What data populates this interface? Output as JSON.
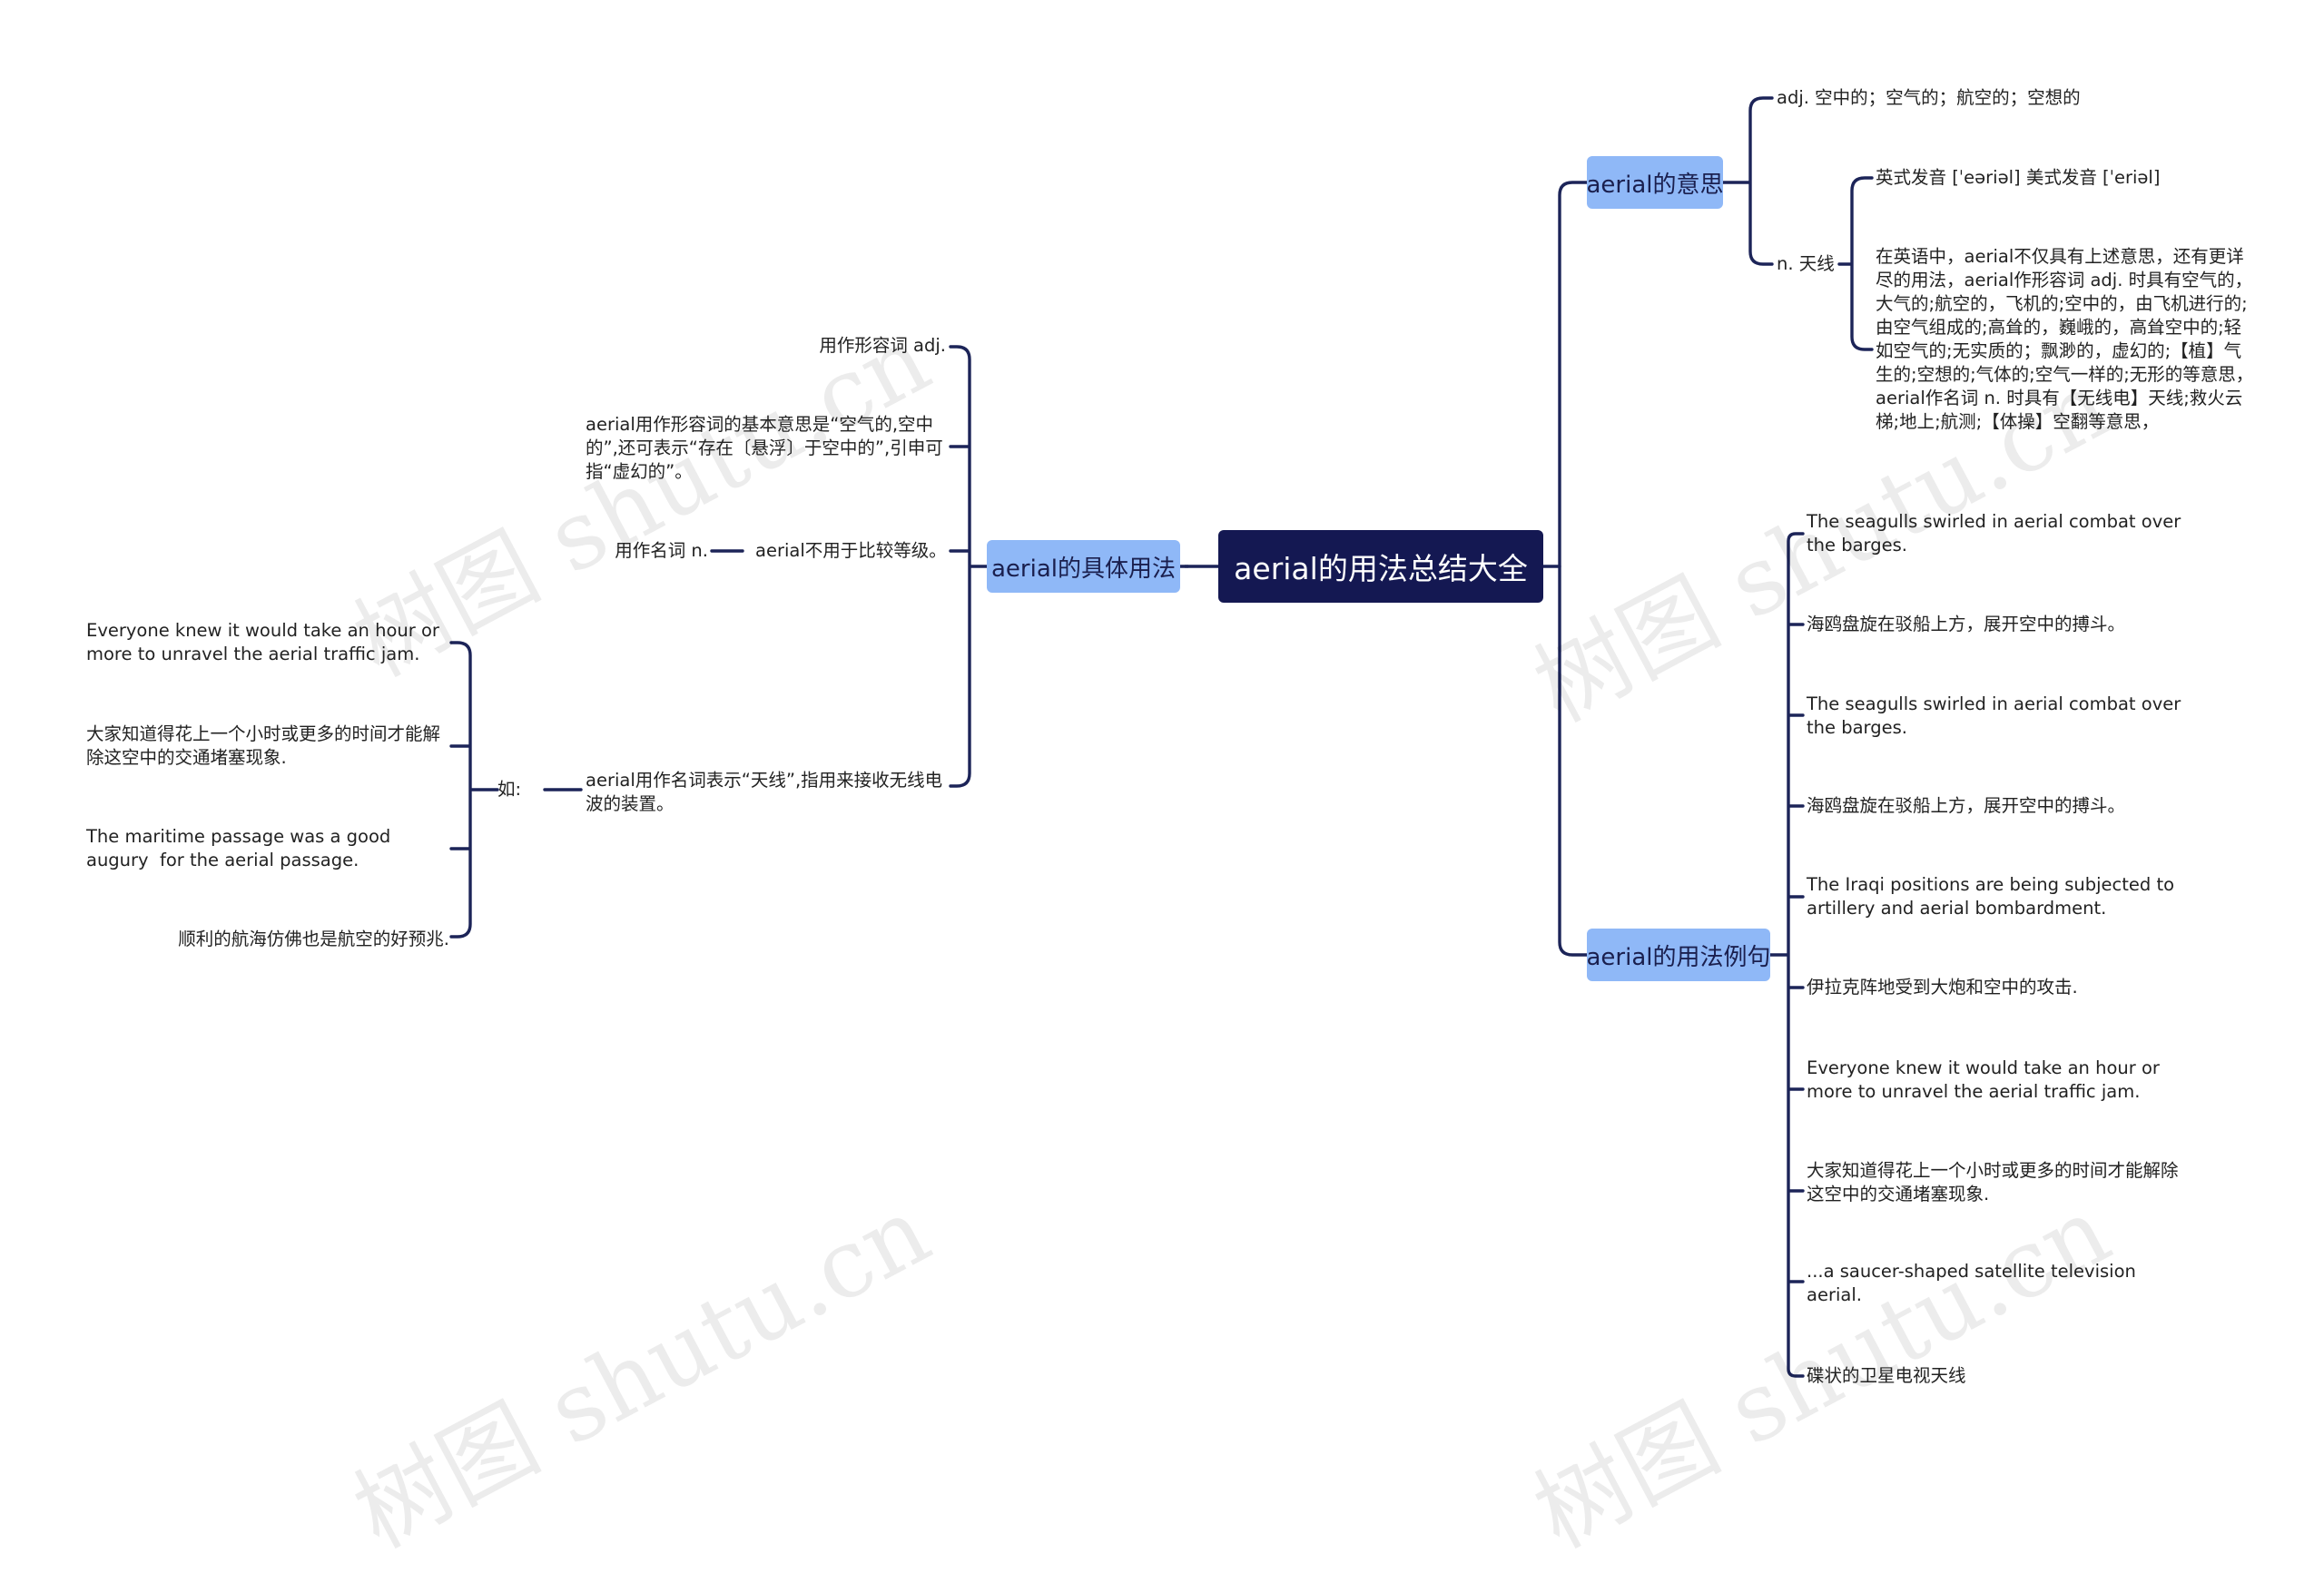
{
  "root": {
    "label": "aerial的用法总结大全"
  },
  "branches": {
    "meaning": {
      "label": "aerial的意思",
      "items": {
        "adj": "adj. 空中的；空气的；航空的；空想的",
        "noun": "n. 天线",
        "pron": "英式发音 [ˈeəriəl] 美式发音 [ˈeriəl]",
        "detail": "在英语中，aerial不仅具有上述意思，还有更详尽的用法，aerial作形容词 adj. 时具有空气的，大气的;航空的，飞机的;空中的，由飞机进行的;由空气组成的;高耸的，巍峨的，高耸空中的;轻如空气的;无实质的；飘渺的，虚幻的;【植】气生的;空想的;气体的;空气一样的;无形的等意思，aerial作名词 n. 时具有【无线电】天线;救火云梯;地上;航测;【体操】空翻等意思，"
      }
    },
    "usage": {
      "label": "aerial的具体用法",
      "adj_label": "用作形容词 adj.",
      "adj_desc": "aerial用作形容词的基本意思是“空气的,空中的”,还可表示“存在〔悬浮〕于空中的”,引申可指“虚幻的”。",
      "noun_label": "用作名词 n.",
      "noun_compare": "aerial不用于比较等级。",
      "noun_desc": "aerial用作名词表示“天线”,指用来接收无线电波的装置。",
      "eg_label": "如:",
      "examples": [
        "Everyone knew it would take an hour or more to unravel the aerial traffic jam.",
        "大家知道得花上一个小时或更多的时间才能解除这空中的交通堵塞现象.",
        "The maritime passage was a good augury  for the aerial passage.",
        "顺利的航海仿佛也是航空的好预兆."
      ]
    },
    "examples": {
      "label": "aerial的用法例句",
      "items": [
        "The seagulls swirled in aerial combat over  the barges.",
        "海鸥盘旋在驳船上方，展开空中的搏斗。",
        "The seagulls swirled in aerial combat over  the barges.",
        "海鸥盘旋在驳船上方，展开空中的搏斗。",
        "The Iraqi positions are being subjected to  artillery and aerial bombardment.",
        "伊拉克阵地受到大炮和空中的攻击.",
        "Everyone knew it would take an hour or more to unravel the aerial traffic jam.",
        "大家知道得花上一个小时或更多的时间才能解除这空中的交通堵塞现象.",
        "...a saucer-shaped satellite television aerial.",
        "碟状的卫星电视天线"
      ]
    }
  },
  "watermark": "树图 shutu.cn"
}
